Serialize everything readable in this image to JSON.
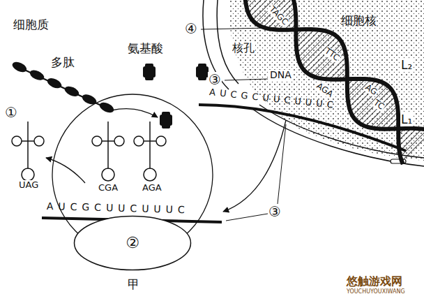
{
  "diagram": {
    "nodes": [
      {
        "text": [
          "②"
        ]
      }
    ],
    "labels": [
      "细胞质",
      "多肽",
      "氨基酸",
      "细胞核",
      "④",
      "核孔",
      "DNA",
      "③",
      "L₂",
      "L₁",
      "AUCGCUUCUUUC",
      "①",
      "UAG",
      "CGA",
      "AGA",
      "AUCGCUUCUUUC",
      "③",
      "甲",
      "TAGC",
      "TTC",
      "AGA",
      "AG",
      "TC",
      "悠触游戏网",
      "YOUCHUYOUXIWANG"
    ]
  }
}
